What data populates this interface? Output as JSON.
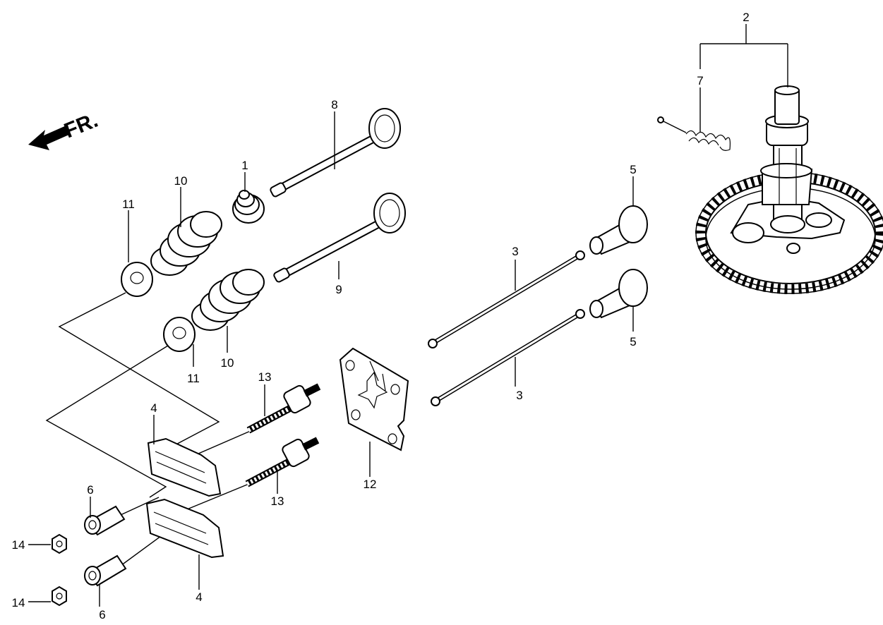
{
  "front_arrow_label": "FR.",
  "callouts": {
    "c1": "1",
    "c2": "2",
    "c3a": "3",
    "c3b": "3",
    "c4a": "4",
    "c4b": "4",
    "c5a": "5",
    "c5b": "5",
    "c6a": "6",
    "c6b": "6",
    "c7": "7",
    "c8": "8",
    "c9": "9",
    "c10a": "10",
    "c10b": "10",
    "c11a": "11",
    "c11b": "11",
    "c12": "12",
    "c13a": "13",
    "c13b": "13",
    "c14a": "14",
    "c14b": "14"
  }
}
